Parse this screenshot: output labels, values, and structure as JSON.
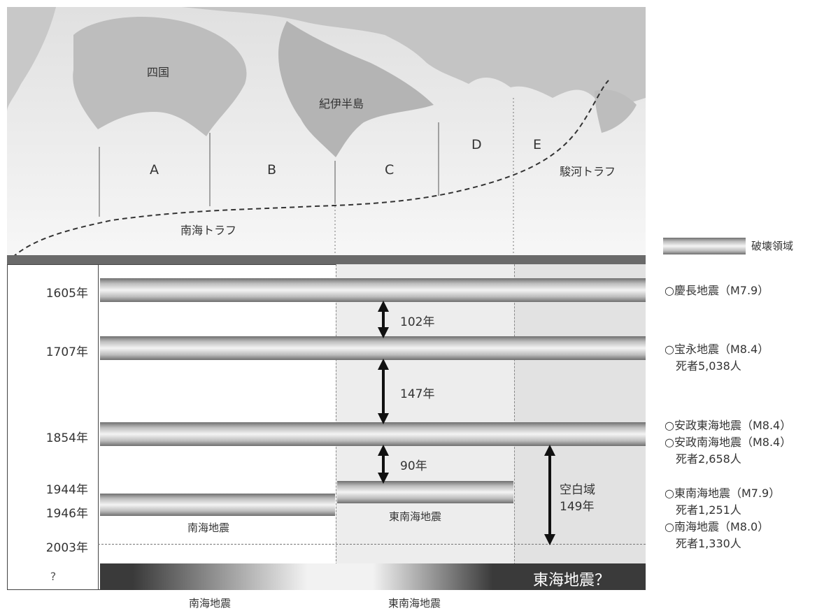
{
  "map": {
    "labels": {
      "shikoku": "四国",
      "kii": "紀伊半島"
    },
    "zones": [
      "A",
      "B",
      "C",
      "D",
      "E"
    ],
    "nankai_trough": "南海トラフ",
    "suruga_trough": "駿河トラフ"
  },
  "legend": {
    "rupture_zone": "破壊領域"
  },
  "years": [
    "1605年",
    "1707年",
    "1854年",
    "1944年",
    "1946年",
    "2003年",
    "?"
  ],
  "intervals": [
    "102年",
    "147年",
    "90年"
  ],
  "gap": {
    "line1": "空白域",
    "line2": "149年"
  },
  "inline_labels": {
    "nankai": "南海地震",
    "tonankai": "東南海地震"
  },
  "future": {
    "title": "東海地震？",
    "below_left": "南海地震",
    "below_right": "東南海地震"
  },
  "earthquakes": [
    {
      "lines": [
        "○慶長地震（M7.9）"
      ]
    },
    {
      "lines": [
        "○宝永地震（M8.4）",
        "　死者5,038人"
      ]
    },
    {
      "lines": [
        "○安政東海地震（M8.4）",
        "○安政南海地震（M8.4）",
        "　死者2,658人"
      ]
    },
    {
      "lines": [
        "○東南海地震（M7.9）",
        "　死者1,251人",
        "○南海地震（M8.0）",
        "　死者1,330人"
      ]
    }
  ],
  "colors": {
    "map_land": "#bdbdbd",
    "map_sea": "#ececec",
    "gap_shade": "#e4e4e4",
    "bar_dark": "#3a3a3a"
  }
}
